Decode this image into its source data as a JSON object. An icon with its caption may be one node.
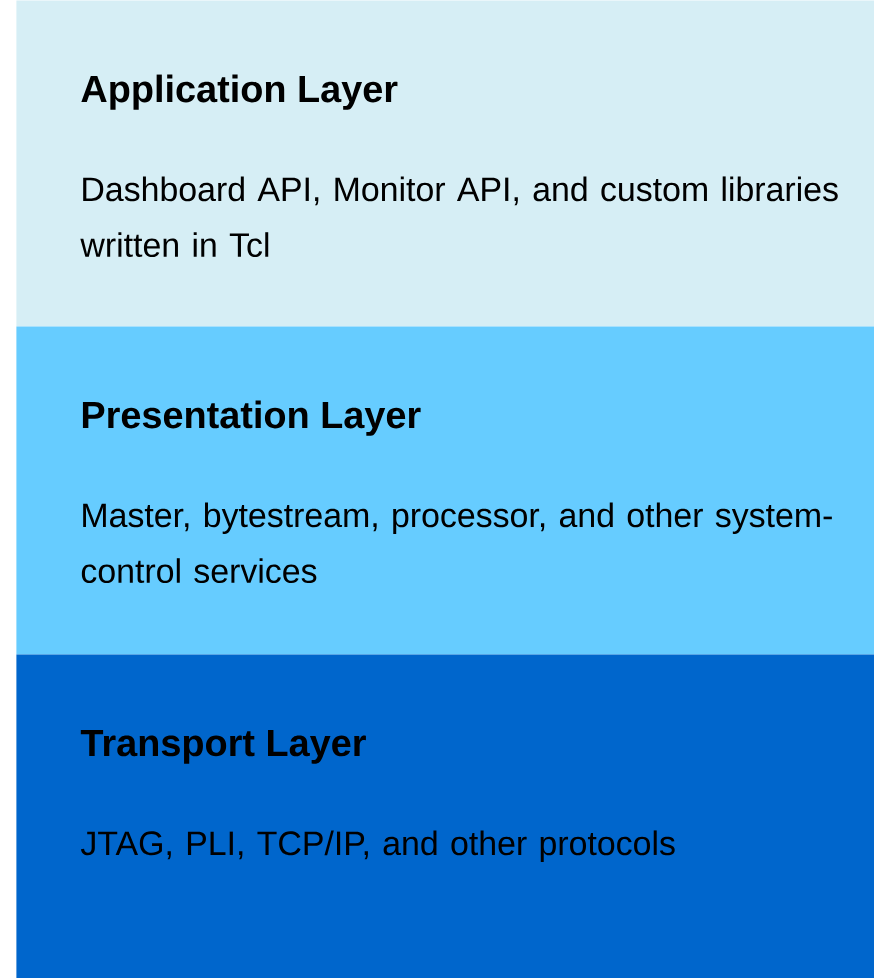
{
  "diagram": {
    "nodes": [
      {
        "text": [
          "Application Layer",
          "Dashboard API, Monitor API, and custom libraries written in Tcl"
        ]
      },
      {
        "text": [
          "Presentation Layer",
          "Master, bytestream, processor, and other system-control services"
        ]
      },
      {
        "text": [
          "Transport Layer",
          "JTAG, PLI, TCP/IP, and other protocols"
        ]
      }
    ]
  }
}
